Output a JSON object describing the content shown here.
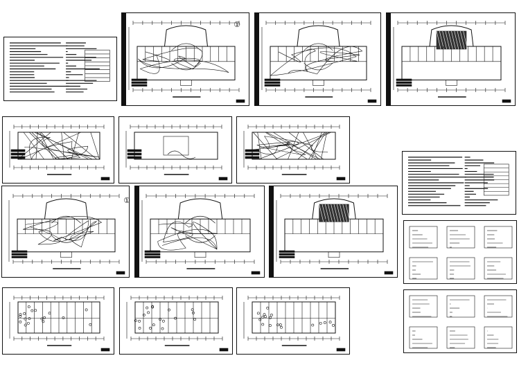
{
  "sheet_set": {
    "sheets": [
      {
        "id": "notes-1",
        "kind": "notes"
      },
      {
        "id": "plan-1",
        "kind": "plan-curved",
        "marker": "①"
      },
      {
        "id": "plan-2",
        "kind": "plan-curved"
      },
      {
        "id": "plan-3",
        "kind": "plan-hatched"
      },
      {
        "id": "plan-4",
        "kind": "plan-long"
      },
      {
        "id": "plan-5",
        "kind": "plan-long-empty"
      },
      {
        "id": "plan-6",
        "kind": "plan-long"
      },
      {
        "id": "notes-2",
        "kind": "notes"
      },
      {
        "id": "plan-7",
        "kind": "plan-curved",
        "marker": "①"
      },
      {
        "id": "plan-8",
        "kind": "plan-curved"
      },
      {
        "id": "plan-9",
        "kind": "plan-hatched"
      },
      {
        "id": "details-1",
        "kind": "details"
      },
      {
        "id": "plan-10",
        "kind": "plan-rooms"
      },
      {
        "id": "plan-11",
        "kind": "plan-rooms"
      },
      {
        "id": "plan-12",
        "kind": "plan-rooms"
      },
      {
        "id": "details-2",
        "kind": "details"
      }
    ]
  },
  "colors": {
    "line": "#111111",
    "background": "#ffffff"
  }
}
